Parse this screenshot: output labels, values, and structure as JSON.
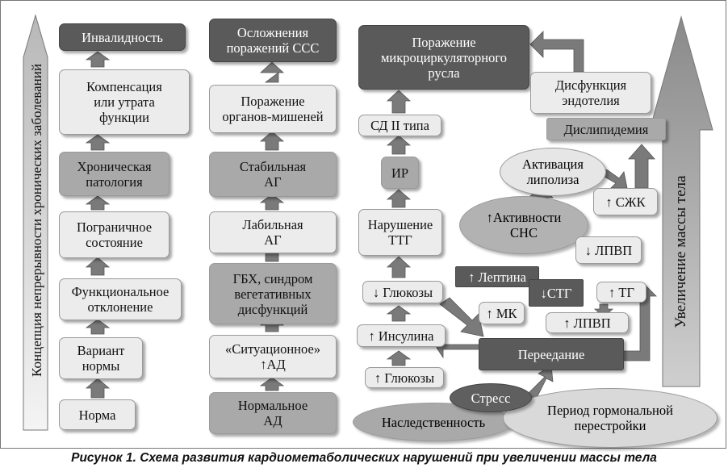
{
  "left_axis_label": "Концепция непрерывности хронических заболеваний",
  "right_axis_label": "Увеличение массы тела",
  "caption": "Рисунок 1. Схема развития кардиометаболических нарушений при увеличении массы тела",
  "col1": {
    "n1": "Норма",
    "n2": "Вариант\nнормы",
    "n3": "Функциональное\nотклонение",
    "n4": "Пограничное\nсостояние",
    "n5": "Хроническая\nпатология",
    "n6": "Компенсация\nили утрата\nфункции",
    "n7": "Инвалидность"
  },
  "col2": {
    "n1": "Нормальное\nАД",
    "n2": "«Ситуационное»\n↑АД",
    "n3": "ГБХ, синдром\nвегетативных\nдисфункций",
    "n4": "Лабильная\nАГ",
    "n5": "Стабильная\nАГ",
    "n6": "Поражение\nорганов-мишеней",
    "n7": "Осложнения\nпоражений ССС"
  },
  "col3": {
    "micro": "Поражение\nмикроциркуляторного\nруслa",
    "sd2": "СД II типа",
    "ir": "ИР",
    "ttg": "Нарушение\nТТГ",
    "gluc_down": "↓ Глюкозы",
    "insulin": "↑ Инсулина",
    "gluc_up": "↑ Глюкозы",
    "endo": "Дисфункция\nэндотелия",
    "dislip": "Дислипидемия",
    "lipoliz": "Активация\nлиполиза",
    "szhk": "↑ СЖК",
    "sns": "↑Активности\nСНС",
    "lpvp1": "↓ ЛПВП",
    "leptin": "↑ Лептина",
    "stg": "↓СТГ",
    "mk": "↑ МК",
    "tg": "↑ ТГ",
    "lpvp2": "↑ ЛПВП",
    "overeat": "Переедание",
    "stress": "Стресс",
    "heredity": "Наследственность",
    "hormonal": "Период гормональной\nперестройки"
  }
}
